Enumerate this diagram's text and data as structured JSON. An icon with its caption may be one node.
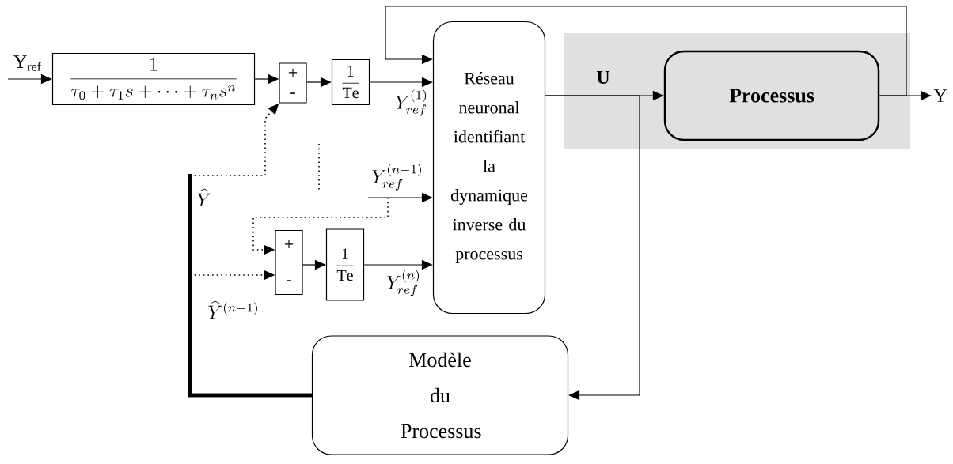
{
  "diagram": {
    "nodes": [
      {
        "text": [
          "\\frac{1}{\\tau_0+\\tau_1 s+\\cdots+\\tau_n s^n}"
        ]
      },
      {
        "text": [
          "+",
          "-"
        ]
      },
      {
        "text": [
          "\\frac{1}{\\mathrm{Te}}"
        ]
      },
      {
        "text": [
          "Réseau neuronal identifiant la dynamique inverse du processus"
        ]
      },
      {
        "text": [
          "Processus"
        ]
      },
      {
        "text": [
          "+",
          "-"
        ]
      },
      {
        "text": [
          "\\frac{1}{\\mathrm{Te}}"
        ]
      },
      {
        "text": [
          "Modèle du Processus"
        ]
      },
      {
        "text": [
          "Y"
        ]
      }
    ],
    "edges": [
      {
        "from": null,
        "to": 0,
        "arrow": "to",
        "label": "Y$_{ref}$"
      },
      {
        "from": 0,
        "to": 1,
        "arrow": "to"
      },
      {
        "from": 1,
        "to": 2,
        "arrow": "to"
      },
      {
        "from": 2,
        "to": 3,
        "arrow": "to",
        "label": "Y_{ref}^{(1)}"
      },
      {
        "from": 4,
        "to": 3,
        "arrow": "to"
      },
      {
        "from": 3,
        "to": 4,
        "arrow": "to",
        "label": "U"
      },
      {
        "from": 3,
        "to": 7,
        "arrow": "to"
      },
      {
        "from": 7,
        "to": 1,
        "arrow": "to",
        "style": "thick",
        "label": "\\widehat{Y}"
      },
      {
        "from": 7,
        "to": 5,
        "arrow": "to",
        "style": "thick",
        "label": "\\widehat{Y}^{(n-1)}"
      },
      {
        "from": 5,
        "to": 6,
        "arrow": "to"
      },
      {
        "from": 6,
        "to": 3,
        "arrow": "to",
        "label": "Y_{ref}^{(n)}"
      },
      {
        "from": null,
        "to": 3,
        "arrow": "to",
        "label": "Y_{ref}^{(n-1)}"
      },
      {
        "from": null,
        "to": 5,
        "arrow": "to",
        "style": "dashed"
      },
      {
        "from": 4,
        "to": 8,
        "arrow": "to"
      }
    ]
  }
}
